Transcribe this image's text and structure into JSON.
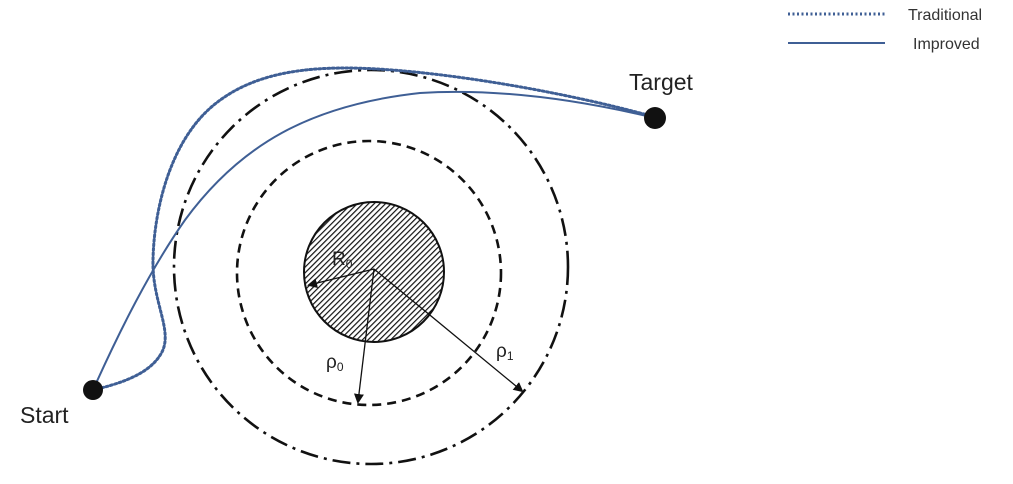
{
  "legend": {
    "traditional_label": "Traditional",
    "improved_label": "Improved"
  },
  "labels": {
    "start": "Start",
    "target": "Target",
    "r0_main": "R",
    "r0_sub": "0",
    "rho0_main": "ρ",
    "rho0_sub": "0",
    "rho1_main": "ρ",
    "rho1_sub": "1"
  },
  "colors": {
    "path": "#3f5f95",
    "ink": "#111111",
    "background": "#ffffff"
  }
}
